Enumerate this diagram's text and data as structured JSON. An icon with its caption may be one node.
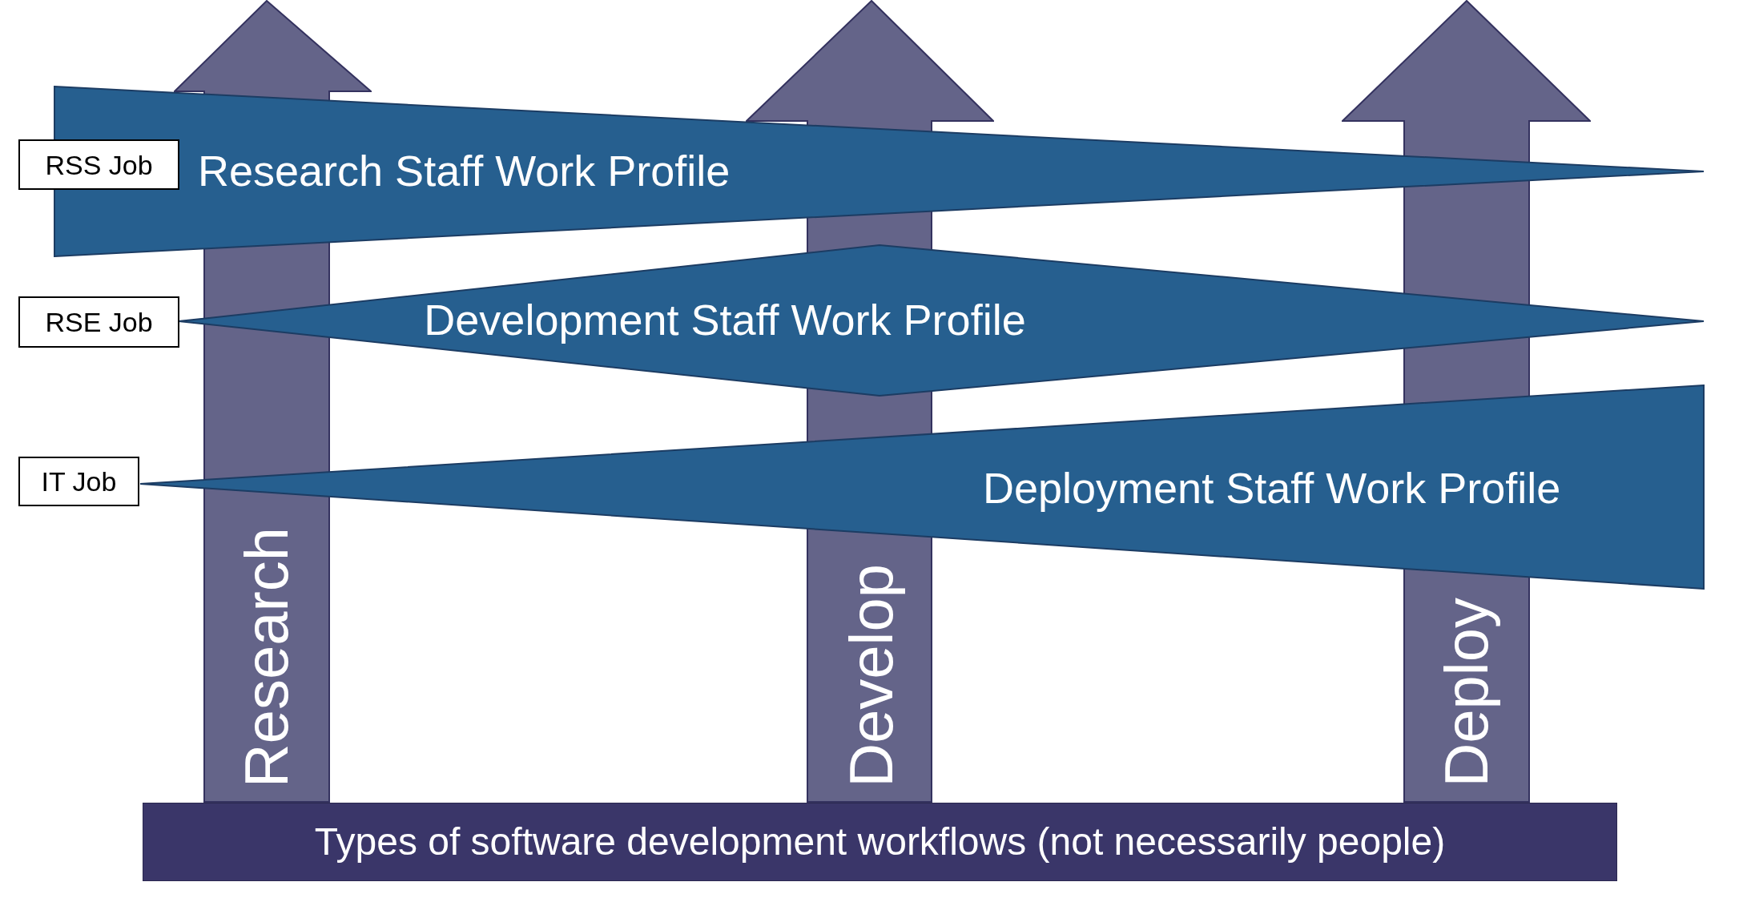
{
  "diagram": {
    "nodes": [
      {
        "text": [
          "RSS Job"
        ]
      },
      {
        "text": [
          "Research Staff Work Profile"
        ]
      },
      {
        "text": [
          "RSE Job"
        ]
      },
      {
        "text": [
          "Development Staff Work Profile"
        ]
      },
      {
        "text": [
          "IT Job"
        ]
      },
      {
        "text": [
          "Deployment Staff Work Profile"
        ]
      },
      {
        "text": [
          "Research"
        ]
      },
      {
        "text": [
          "Develop"
        ]
      },
      {
        "text": [
          "Deploy"
        ]
      },
      {
        "text": [
          "Types of software development workflows (not necessarily people)"
        ]
      }
    ]
  }
}
